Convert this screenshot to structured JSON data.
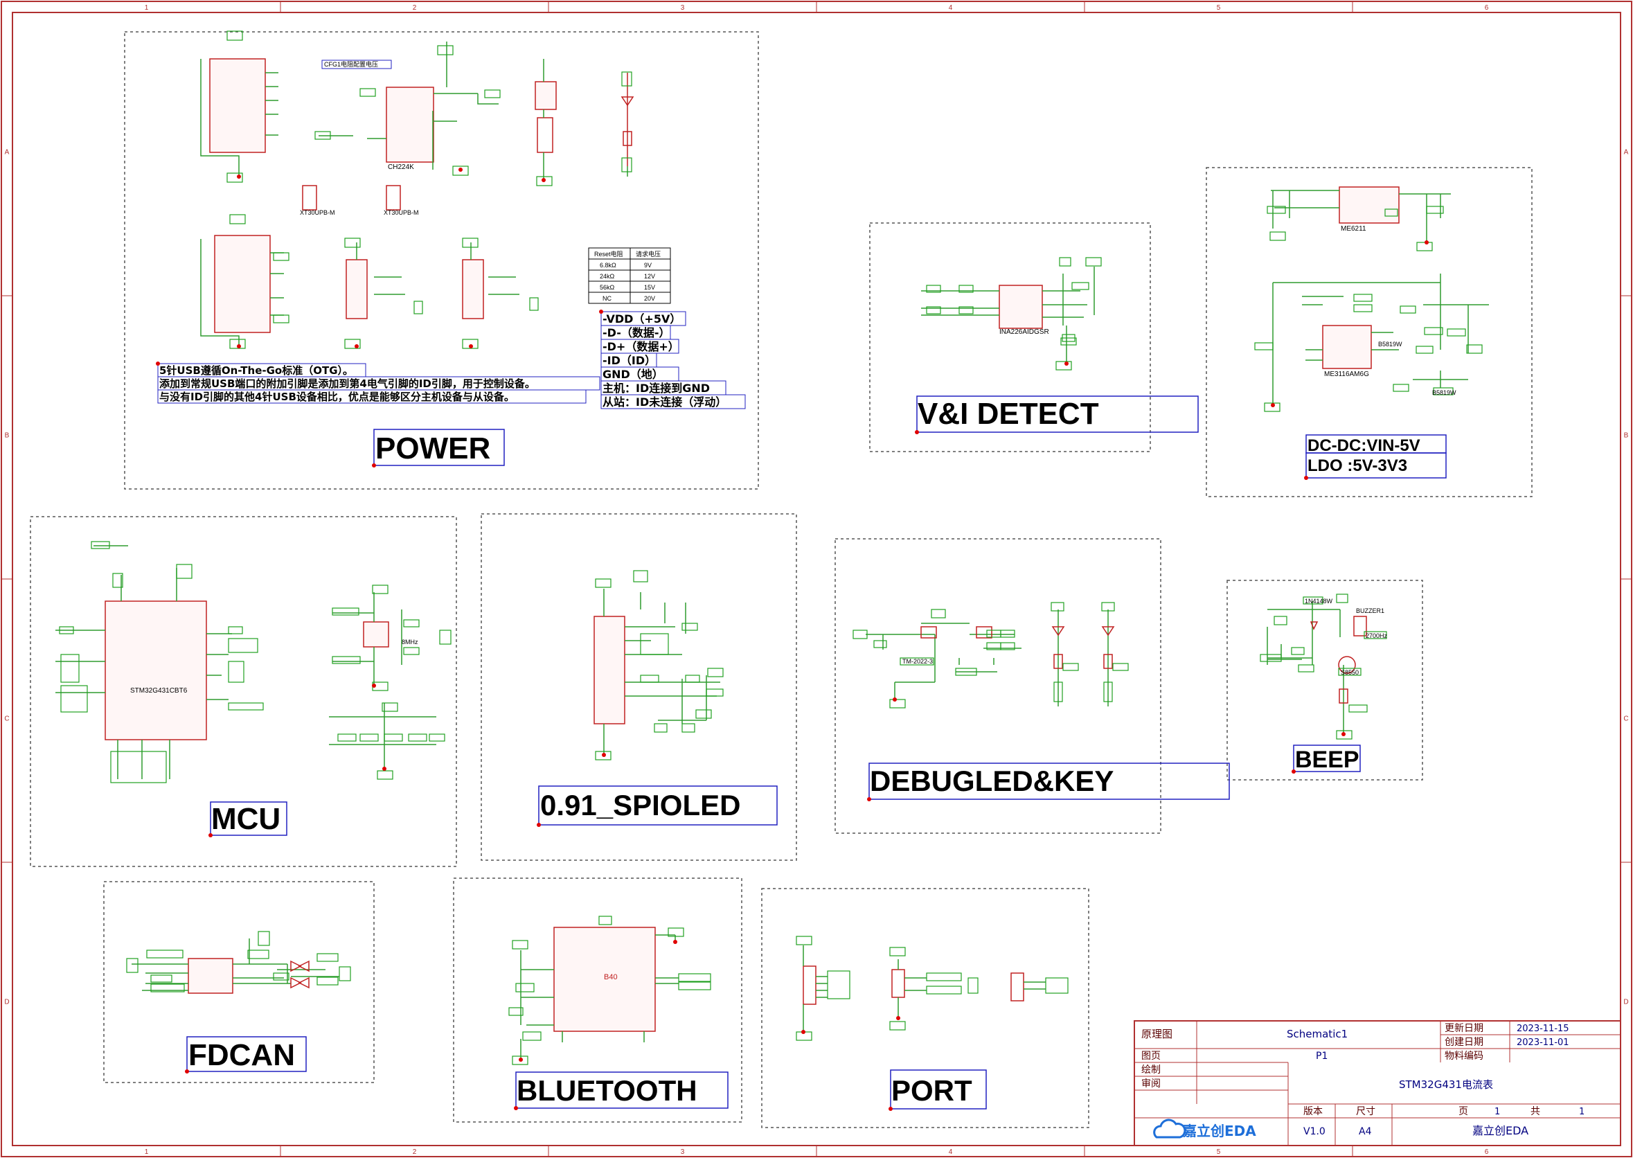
{
  "colors": {
    "frame": "#b03030",
    "wire": "#2e9c2e",
    "part": "#c02020",
    "label_box": "#2020c0",
    "net_label": "#20a020",
    "pin_dot": "#e00000",
    "dashed_border": "#555555",
    "brand": "#1e6fd9"
  },
  "frame": {
    "col_markers": [
      "1",
      "2",
      "3",
      "4",
      "5",
      "6"
    ],
    "row_markers": [
      "A",
      "B",
      "C",
      "D"
    ]
  },
  "modules": {
    "power": "POWER",
    "vi_detect": "V&I DETECT",
    "dcdc_line1": "DC-DC:VIN-5V",
    "dcdc_line2": "LDO :5V-3V3",
    "mcu": "MCU",
    "oled": "0.91_SPIOLED",
    "debug": "DEBUGLED&KEY",
    "beep": "BEEP",
    "fdcan": "FDCAN",
    "bluetooth": "BLUETOOTH",
    "port": "PORT"
  },
  "power_notes": {
    "otg_lines": [
      "5针USB遵循On-The-Go标准（OTG）。",
      "添加到常规USB端口的附加引脚是添加到第4电气引脚的ID引脚，用于控制设备。",
      "与没有ID引脚的其他4针USB设备相比，优点是能够区分主机设备与从设备。"
    ],
    "pin_lines": [
      "-VDD（+5V）",
      "-D-（数据-）",
      "-D+（数据+）",
      "-ID（ID）",
      "GND（地）",
      "主机：ID连接到GND",
      "从站：ID未连接（浮动）"
    ],
    "cfg_label": "CFG1电阻配置电压",
    "reset_table": {
      "headers": [
        "Reset电阻",
        "请求电压"
      ],
      "rows": [
        [
          "6.8kΩ",
          "9V"
        ],
        [
          "24kΩ",
          "12V"
        ],
        [
          "56kΩ",
          "15V"
        ],
        [
          "NC",
          "20V"
        ]
      ]
    }
  },
  "components": {
    "ch224k": "CH224K",
    "mcu_chip": "STM32G431CBT6",
    "ina226": "INA226AIDGSR",
    "me6211": "ME6211",
    "mt3608": "ME3116AM6G",
    "xt30": "XT30UPB-M",
    "bt_chip": "B40",
    "buzzer": "BUZZER1",
    "ss8550": "S8550",
    "diode": "1N4148W",
    "schottky": "B5819W",
    "key_part": "TM-2022-3",
    "crystal": "8MHz",
    "buzz_freq": "2700Hz"
  },
  "title_block": {
    "label_schematic": "原理图",
    "schematic_name": "Schematic1",
    "label_page": "图页",
    "page_name": "P1",
    "label_drawn": "绘制",
    "label_review": "审阅",
    "label_updated": "更新日期",
    "updated": "2023-11-15",
    "label_created": "创建日期",
    "created": "2023-11-01",
    "label_material": "物料编码",
    "project": "STM32G431电流表",
    "label_version": "版本",
    "label_size": "尺寸",
    "label_pg": "页",
    "page_no": "1",
    "label_total": "共",
    "total": "1",
    "version": "V1.0",
    "size": "A4",
    "company": "嘉立创EDA",
    "logo_text": "嘉立创EDA"
  }
}
